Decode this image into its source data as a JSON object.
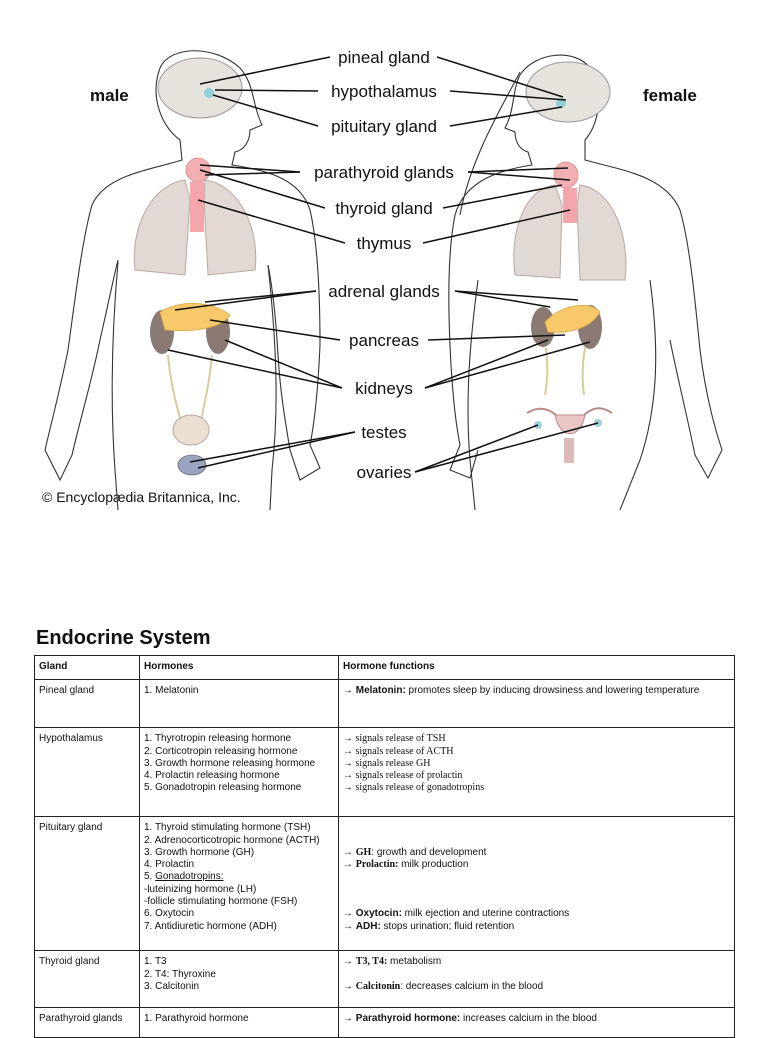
{
  "diagram": {
    "side_labels": {
      "male": "male",
      "female": "female"
    },
    "gland_labels": [
      "pineal gland",
      "hypothalamus",
      "pituitary gland",
      "parathyroid glands",
      "thyroid gland",
      "thymus",
      "adrenal glands",
      "pancreas",
      "kidneys",
      "testes",
      "ovaries"
    ],
    "copyright": "© Encyclopædia Britannica, Inc."
  },
  "section_title": "Endocrine System",
  "table": {
    "headers": [
      "Gland",
      "Hormones",
      "Hormone functions"
    ],
    "rows": [
      {
        "gland": "Pineal gland",
        "hormones": [
          "1. Melatonin"
        ],
        "functions": [
          {
            "arrow": "→ ",
            "bold": "Melatonin:",
            "text": " promotes sleep by inducing drowsiness and lowering temperature",
            "style": "sans"
          }
        ]
      },
      {
        "gland": "Hypothalamus",
        "hormones": [
          "1. Thyrotropin releasing hormone",
          "2. Corticotropin releasing hormone",
          "3. Growth hormone releasing hormone",
          "4. Prolactin releasing hormone",
          "5. Gonadotropin releasing hormone"
        ],
        "functions": [
          {
            "arrow": "→  ",
            "bold": "",
            "text": "signals release of TSH",
            "style": "serif"
          },
          {
            "arrow": "→  ",
            "bold": "",
            "text": "signals release of ACTH",
            "style": "serif"
          },
          {
            "arrow": "→  ",
            "bold": "",
            "text": "signals release GH",
            "style": "serif"
          },
          {
            "arrow": "→  ",
            "bold": "",
            "text": "signals release of prolactin",
            "style": "serif"
          },
          {
            "arrow": "→  ",
            "bold": "",
            "text": "signals release of gonadotropins",
            "style": "serif"
          }
        ]
      },
      {
        "gland": "Pituitary gland",
        "hormones": [
          "1. Thyroid stimulating hormone (TSH)",
          "2. Adrenocorticotropic hormone (ACTH)",
          "3. Growth hormone (GH)",
          "4. Prolactin",
          "5. Gonadotropins:",
          "-luteinizing hormone (LH)",
          "-follicle stimulating hormone (FSH)",
          "6. Oxytocin",
          "7. Antidiuretic hormone (ADH)"
        ],
        "functions": [
          {
            "arrow": "",
            "bold": "",
            "text": "",
            "style": "sans"
          },
          {
            "arrow": "",
            "bold": "",
            "text": "",
            "style": "sans"
          },
          {
            "arrow": "→ ",
            "bold": "GH",
            "text": ": growth and development",
            "style": "mixed"
          },
          {
            "arrow": "→ ",
            "bold": "Prolactin:",
            "text": " milk production",
            "style": "mixed"
          },
          {
            "arrow": "",
            "bold": "",
            "text": "",
            "style": "sans"
          },
          {
            "arrow": "",
            "bold": "",
            "text": "",
            "style": "sans"
          },
          {
            "arrow": "",
            "bold": "",
            "text": "",
            "style": "sans"
          },
          {
            "arrow": "→ ",
            "bold": "Oxytocin:",
            "text": " milk ejection and uterine contractions",
            "style": "sans"
          },
          {
            "arrow": "→ ",
            "bold": "ADH:",
            "text": " stops urination; fluid retention",
            "style": "sans"
          }
        ]
      },
      {
        "gland": "Thyroid gland",
        "hormones": [
          "1. T3",
          "2. T4: Thyroxine",
          "3. Calcitonin"
        ],
        "functions": [
          {
            "arrow": "→ ",
            "bold": "T3, T4:",
            "text": " metabolism",
            "style": "mixed"
          },
          {
            "arrow": "",
            "bold": "",
            "text": "",
            "style": "sans"
          },
          {
            "arrow": "→ ",
            "bold": "Calcitonin",
            "text": ": decreases calcium in the blood",
            "style": "mixed"
          }
        ]
      },
      {
        "gland": "Parathyroid glands",
        "hormones": [
          "1. Parathyroid hormone"
        ],
        "functions": [
          {
            "arrow": "→ ",
            "bold": "Parathyroid hormone:",
            "text": " increases calcium in the blood",
            "style": "sans"
          }
        ]
      }
    ]
  }
}
